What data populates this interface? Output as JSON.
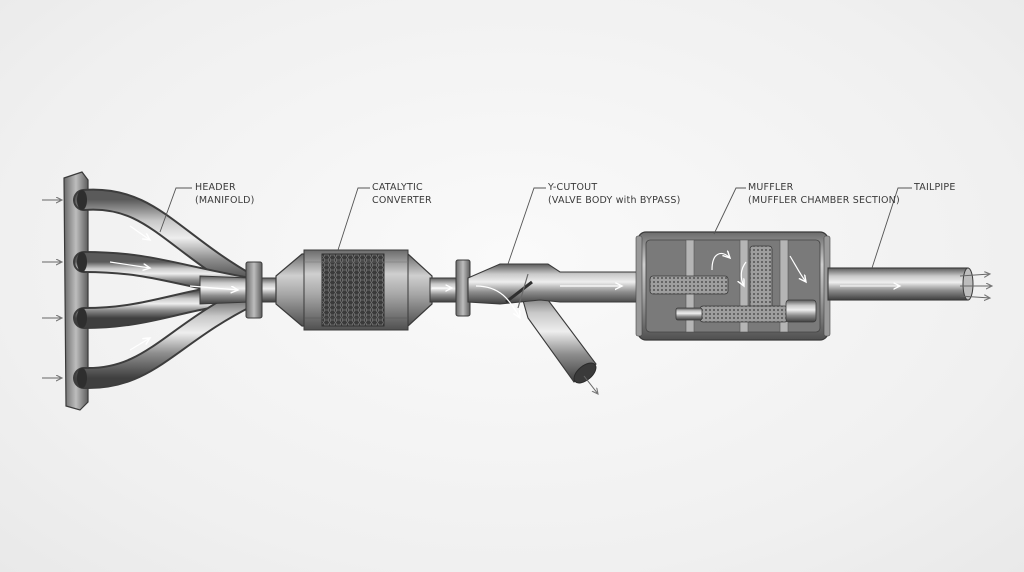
{
  "labels": {
    "header": {
      "line1": "HEADER",
      "line2": "(MANIFOLD)"
    },
    "catalytic": {
      "line1": "CATALYTIC",
      "line2": "CONVERTER"
    },
    "ycutout": {
      "line1": "Y-CUTOUT",
      "line2": "(VALVE BODY with BYPASS)"
    },
    "muffler": {
      "line1": "MUFFLER",
      "line2": "(MUFFLER CHAMBER SECTION)"
    },
    "tailpipe": {
      "line1": "TAILPIPE"
    }
  },
  "colors": {
    "metal_dark": "#4a4a4a",
    "metal_mid": "#8a8a8a",
    "metal_light": "#d6d6d6",
    "arrow": "#ffffff",
    "leader": "#555555"
  }
}
